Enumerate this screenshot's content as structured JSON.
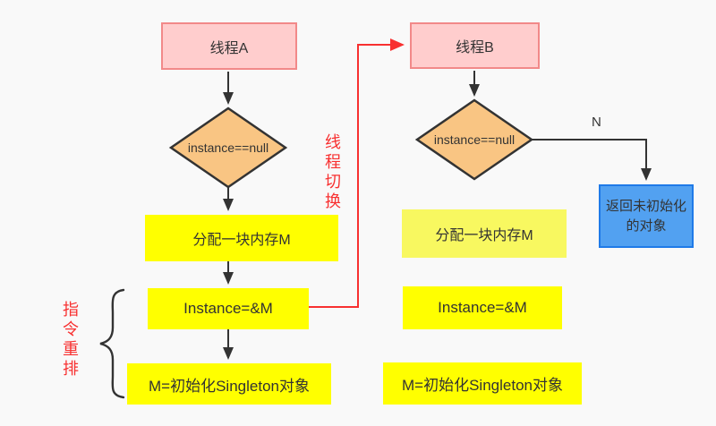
{
  "colors": {
    "background": "#f9f9f9",
    "thread_fill": "#ffcdcd",
    "thread_border": "#f28989",
    "condition_fill": "#f9c583",
    "node_border": "#333333",
    "step_fill": "#ffff00",
    "step_fill_muted": "#f8f860",
    "result_fill": "#52a1f1",
    "result_border": "#1f7ae8",
    "connector": "#333333",
    "red": "#f83030",
    "text": "#333333"
  },
  "left": {
    "thread": "线程A",
    "condition": "instance==null",
    "steps": [
      "分配一块内存M",
      "Instance=&M",
      "M=初始化Singleton对象"
    ]
  },
  "right": {
    "thread": "线程B",
    "condition": "instance==null",
    "branch_no_label": "N",
    "result": "返回未初始化的对象",
    "steps": [
      "分配一块内存M",
      "Instance=&M",
      "M=初始化Singleton对象"
    ]
  },
  "annotations": {
    "thread_switch": "线程切换",
    "instruction_reorder": "指令重排"
  }
}
